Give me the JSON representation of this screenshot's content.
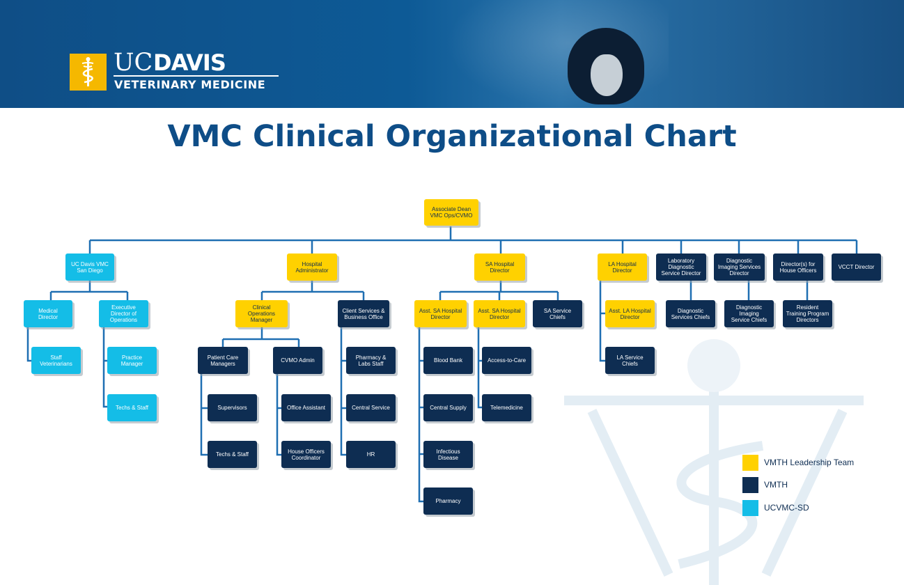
{
  "header": {
    "logo_uc": "UC",
    "logo_davis": "DAVIS",
    "logo_sub": "VETERINARY MEDICINE"
  },
  "page_title": "VMC Clinical Organizational Chart",
  "colors": {
    "leadership": "#ffd100",
    "vmth": "#0e2d52",
    "ucvmc_sd": "#14bde7",
    "connector": "#1f6fb2",
    "title": "#0e4d87"
  },
  "nodes": {
    "associate_dean": "Associate Dean\nVMC Ops/CVMO",
    "ucdavis_vmc_sd": "UC Davis VMC\nSan Diego",
    "hospital_admin": "Hospital\nAdministrator",
    "sa_hospital_director": "SA Hospital\nDirector",
    "la_hospital_director": "LA Hospital\nDirector",
    "lab_diag_director": "Laboratory\nDiagnostic\nService Director",
    "diag_imaging_director": "Diagnostic\nImaging Services\nDirector",
    "directors_house_officers": "Director(s) for\nHouse Officers",
    "vcct_director": "VCCT Director",
    "medical_director": "Medical\nDirector",
    "exec_dir_operations": "Executive\nDirector of\nOperations",
    "staff_veterinarians": "Staff\nVeterinarians",
    "practice_manager": "Practice\nManager",
    "techs_staff_sd": "Techs & Staff",
    "clinical_ops_manager": "Clinical\nOperations\nManager",
    "client_services": "Client Services &\nBusiness Office",
    "patient_care_managers": "Patient Care\nManagers",
    "cvmo_admin": "CVMO Admin",
    "supervisors": "Supervisors",
    "techs_staff": "Techs & Staff",
    "office_assistant": "Office Assistant",
    "house_officers_coordinator": "House Officers\nCoordinator",
    "pharmacy_labs_staff": "Pharmacy &\nLabs Staff",
    "central_service": "Central Service",
    "hr": "HR",
    "asst_sa_director_1": "Asst. SA Hospital\nDirector",
    "asst_sa_director_2": "Asst. SA Hospital\nDirector",
    "sa_service_chiefs": "SA Service\nChiefs",
    "blood_bank": "Blood Bank",
    "central_supply": "Central Supply",
    "infectious_disease": "Infectious\nDisease",
    "pharmacy": "Pharmacy",
    "access_to_care": "Access-to-Care",
    "telemedicine": "Telemedicine",
    "asst_la_director": "Asst. LA Hospital\nDirector",
    "la_service_chiefs": "LA Service\nChiefs",
    "diag_services_chiefs": "Diagnostic\nServices Chiefs",
    "diag_imaging_chiefs": "Diagnostic\nImaging\nService Chiefs",
    "resident_training": "Resident\nTraining Program\nDirectors"
  },
  "legend": [
    {
      "label": "VMTH Leadership Team",
      "color": "#ffd100"
    },
    {
      "label": "VMTH",
      "color": "#0e2d52"
    },
    {
      "label": "UCVMC-SD",
      "color": "#14bde7"
    }
  ]
}
